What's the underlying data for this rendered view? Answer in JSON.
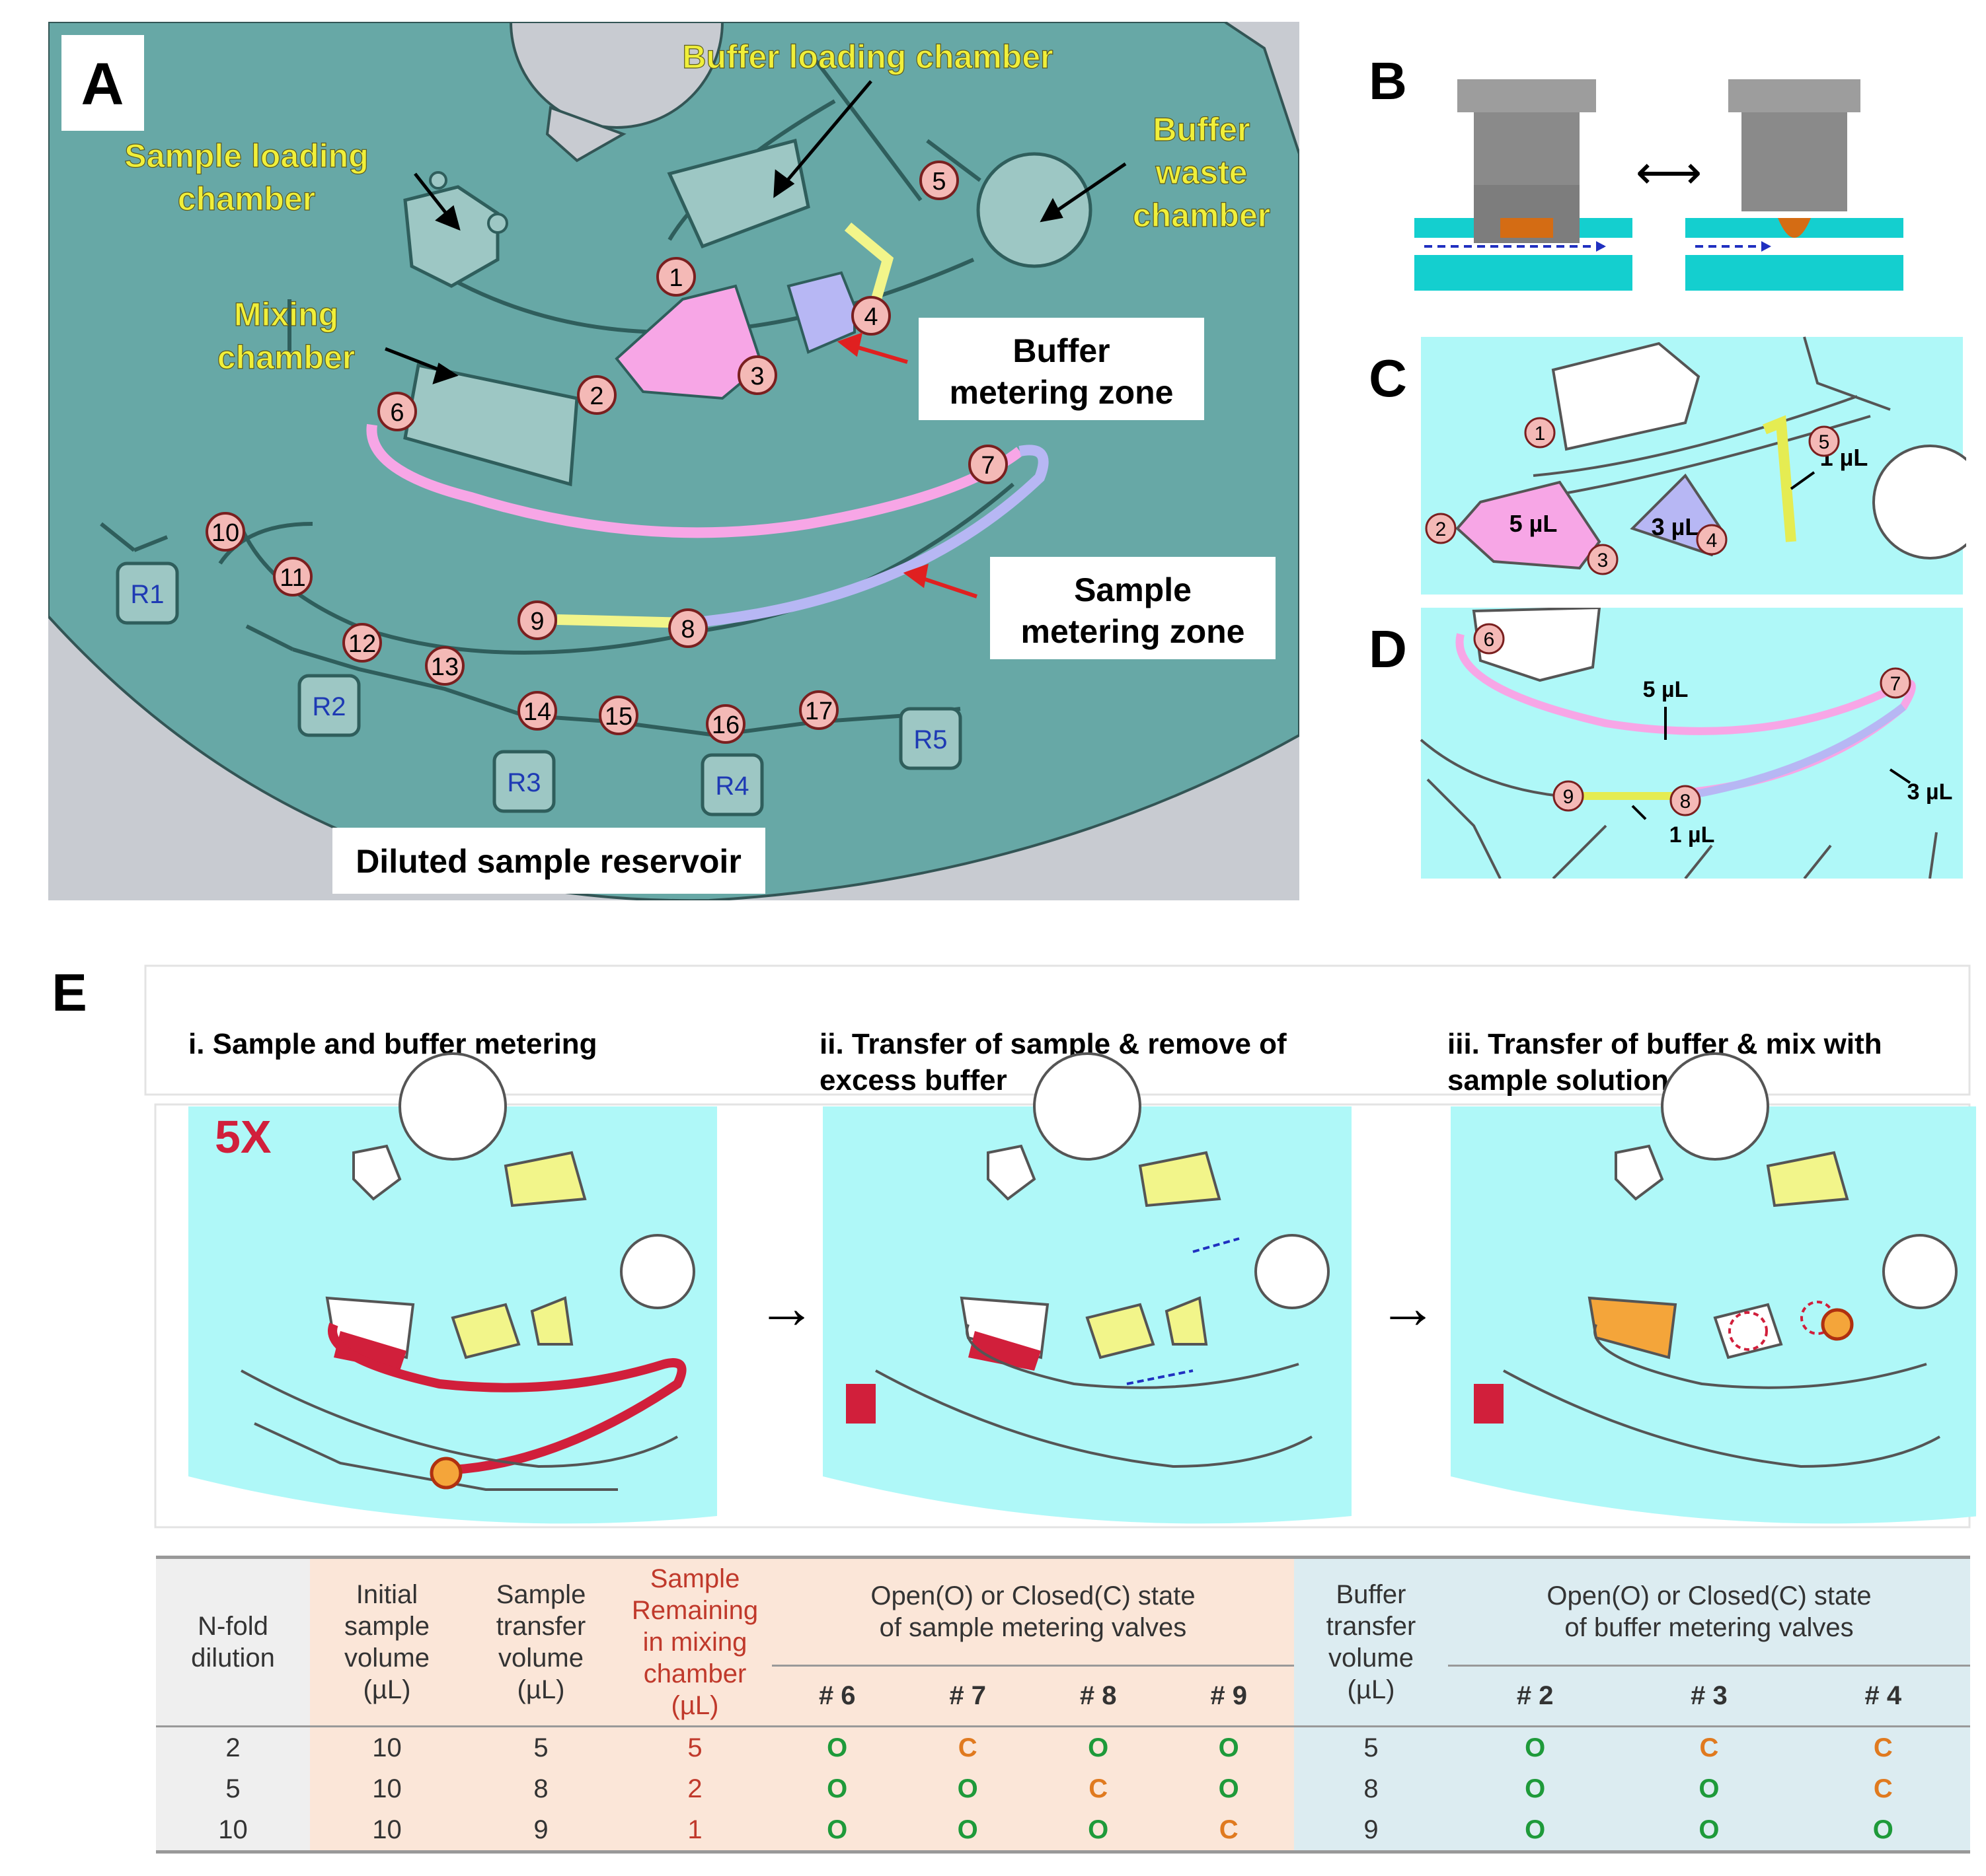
{
  "colors": {
    "teal_bg": "#67a8a6",
    "cyan_bg": "#aff8f8",
    "pink": "#f7a6e6",
    "lavender": "#b7b7f4",
    "yellow": "#f2f58a",
    "valve": "#f4b9b6",
    "red": "#d11f3b",
    "orange": "#f4a53a"
  },
  "panel_a": {
    "letter": "A",
    "labels": {
      "buffer_loading": "Buffer loading chamber",
      "buffer_waste": [
        "Buffer",
        "waste",
        "chamber"
      ],
      "sample_loading": [
        "Sample loading",
        "chamber"
      ],
      "mixing": [
        "Mixing",
        "chamber"
      ],
      "buffer_metering": [
        "Buffer",
        "metering zone"
      ],
      "sample_metering": [
        "Sample",
        "metering zone"
      ],
      "diluted": "Diluted sample reservoir"
    },
    "valves": [
      "1",
      "2",
      "3",
      "4",
      "5",
      "6",
      "7",
      "8",
      "9",
      "10",
      "11",
      "12",
      "13",
      "14",
      "15",
      "16",
      "17"
    ],
    "reservoirs": [
      "R1",
      "R2",
      "R3",
      "R4",
      "R5"
    ]
  },
  "panel_b": {
    "letter": "B",
    "arrow": "⟷"
  },
  "panel_c": {
    "letter": "C",
    "volumes": [
      "5 µL",
      "3 µL",
      "1 µL"
    ],
    "valves": [
      "1",
      "2",
      "3",
      "4",
      "5"
    ]
  },
  "panel_d": {
    "letter": "D",
    "volumes": [
      "5 µL",
      "3 µL",
      "1 µL"
    ],
    "valves": [
      "6",
      "7",
      "8",
      "9"
    ]
  },
  "panel_e": {
    "letter": "E",
    "steps": [
      {
        "title": [
          "i. Sample and buffer metering"
        ]
      },
      {
        "title": [
          "ii. Transfer of sample & remove of",
          "excess buffer"
        ]
      },
      {
        "title": [
          "iii. Transfer of buffer & mix with",
          "sample solution"
        ]
      }
    ],
    "fold_label": "5X",
    "arrow": "→"
  },
  "table": {
    "header_group_sample": [
      "Open(O) or Closed(C) state",
      "of sample metering valves"
    ],
    "header_group_buffer": [
      "Open(O) or Closed(C) state",
      "of buffer metering valves"
    ],
    "col_nfold": [
      "N-fold",
      "dilution"
    ],
    "col_initial": [
      "Initial",
      "sample",
      "volume",
      "(µL)"
    ],
    "col_transfer": [
      "Sample",
      "transfer",
      "volume",
      "(µL)"
    ],
    "col_remaining": [
      "Sample",
      "Remaining",
      "in mixing",
      "chamber",
      "(µL)"
    ],
    "col_buffer": [
      "Buffer",
      "transfer",
      "volume",
      "(µL)"
    ],
    "sample_valves": [
      "# 6",
      "# 7",
      "# 8",
      "# 9"
    ],
    "buffer_valves": [
      "# 2",
      "# 3",
      "# 4"
    ],
    "rows": [
      {
        "fold": "2",
        "initial": "10",
        "transfer": "5",
        "remaining": "5",
        "sv": [
          "O",
          "C",
          "O",
          "O"
        ],
        "buffer": "5",
        "bv": [
          "O",
          "C",
          "C"
        ]
      },
      {
        "fold": "5",
        "initial": "10",
        "transfer": "8",
        "remaining": "2",
        "sv": [
          "O",
          "O",
          "C",
          "O"
        ],
        "buffer": "8",
        "bv": [
          "O",
          "O",
          "C"
        ]
      },
      {
        "fold": "10",
        "initial": "10",
        "transfer": "9",
        "remaining": "1",
        "sv": [
          "O",
          "O",
          "O",
          "C"
        ],
        "buffer": "9",
        "bv": [
          "O",
          "O",
          "O"
        ]
      }
    ]
  }
}
